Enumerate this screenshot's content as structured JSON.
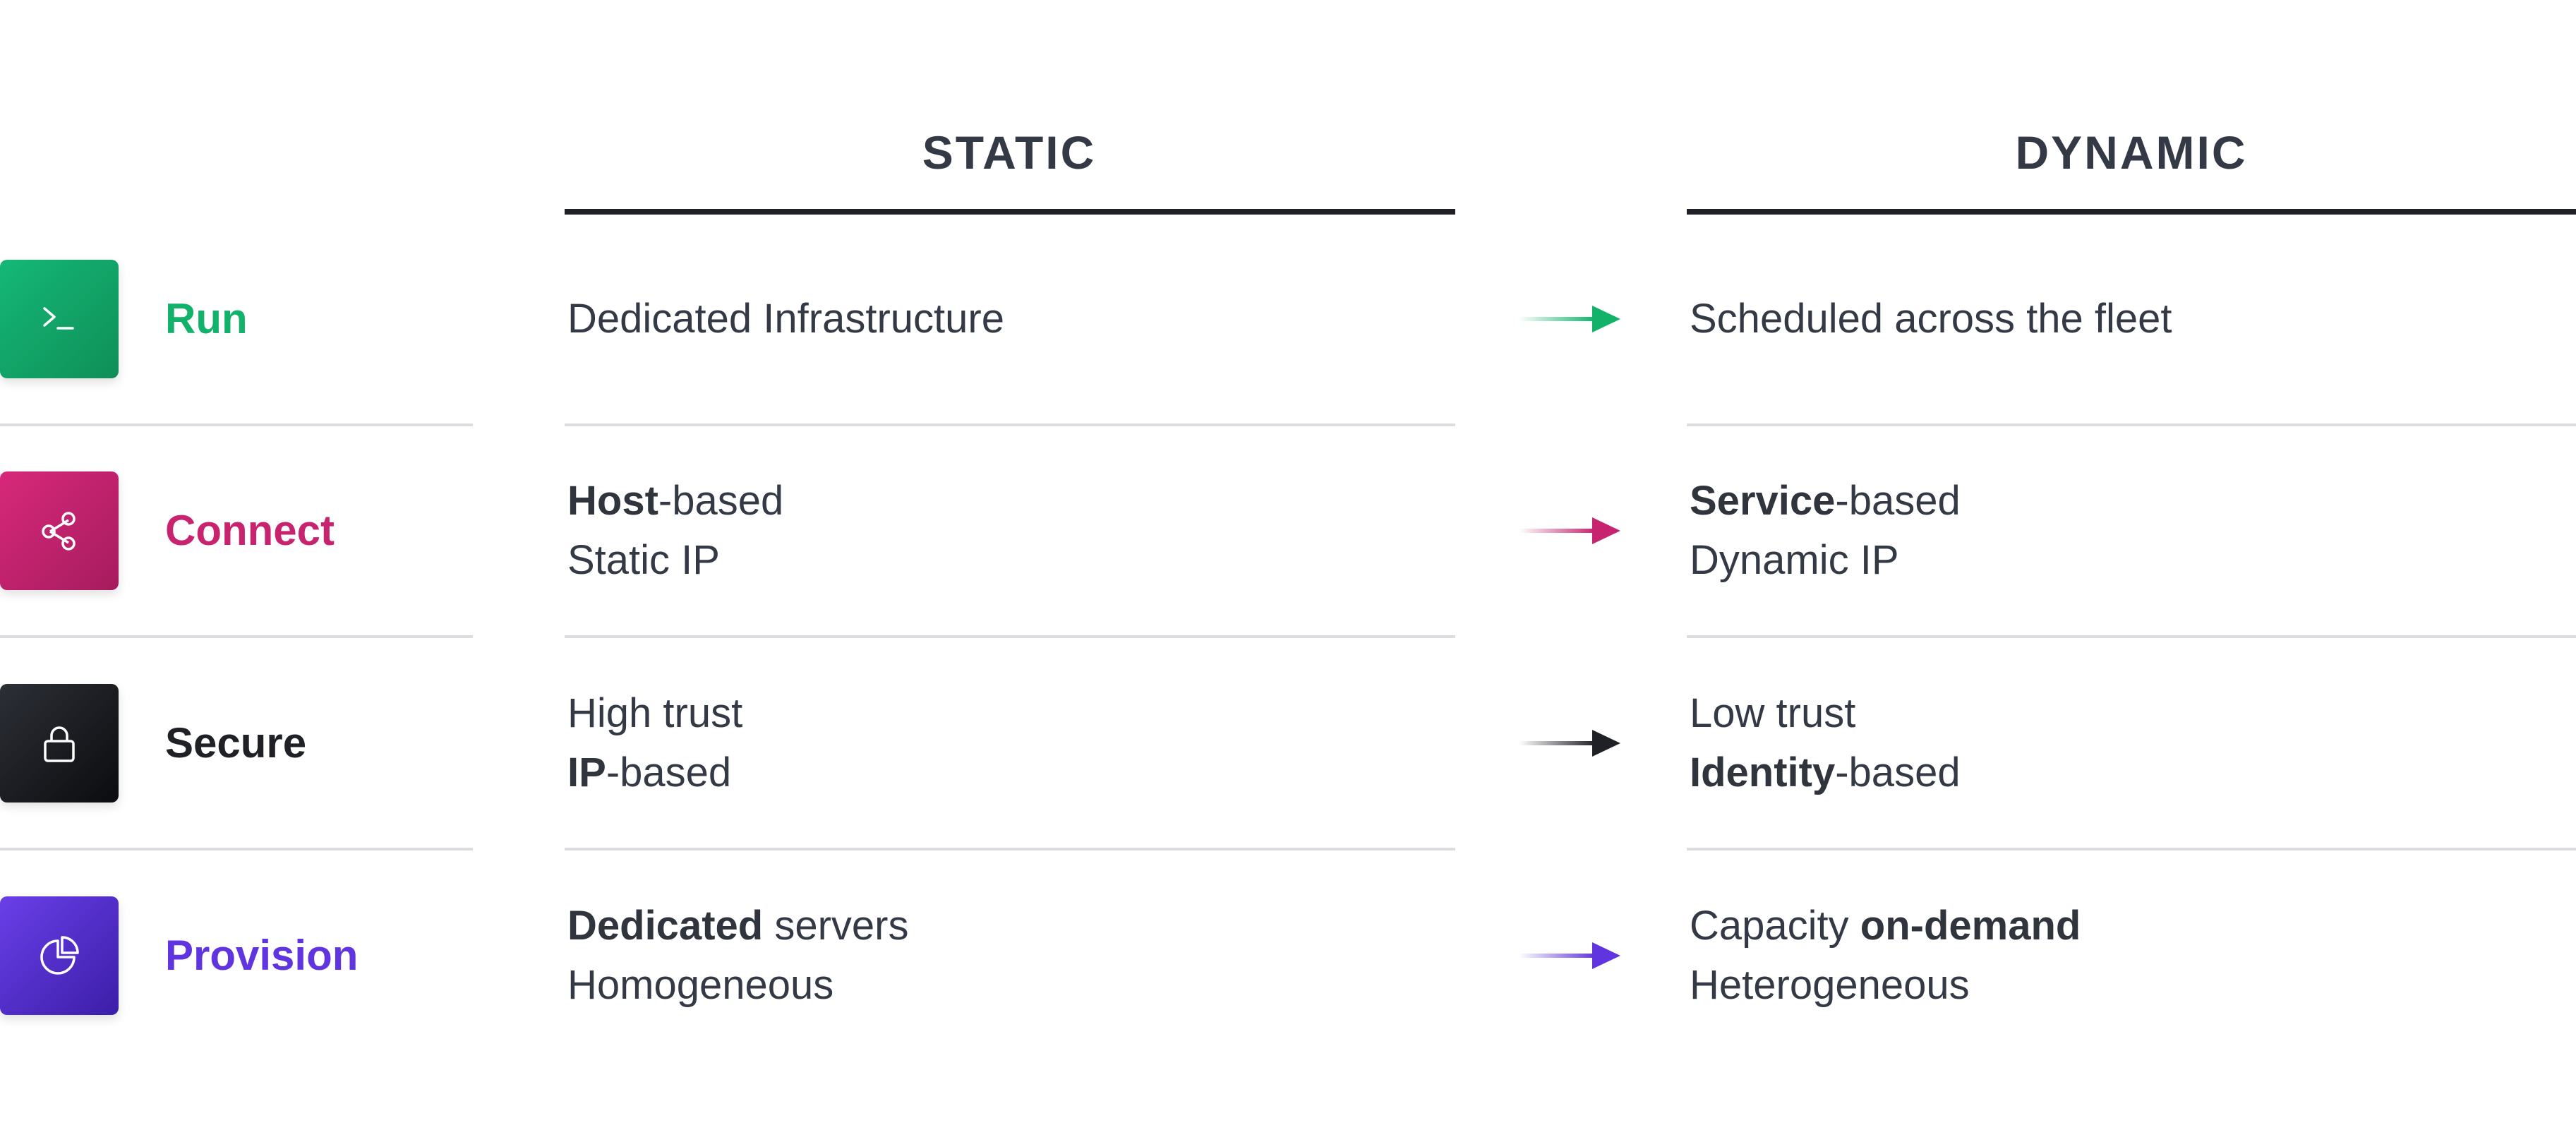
{
  "headers": {
    "static": "STATIC",
    "dynamic": "DYNAMIC"
  },
  "rows": [
    {
      "label": "Run",
      "icon": "terminal-prompt-icon",
      "color": "#12b26b",
      "gradient": [
        "#14b877",
        "#0f8f58"
      ],
      "static": [
        {
          "b": "",
          "t": "Dedicated Infrastructure"
        }
      ],
      "dynamic": [
        {
          "b": "",
          "t": "Scheduled across the fleet"
        }
      ]
    },
    {
      "label": "Connect",
      "icon": "share-nodes-icon",
      "color": "#c8236f",
      "gradient": [
        "#d8287b",
        "#a61c5d"
      ],
      "static": [
        {
          "b": "Host",
          "t": "-based"
        },
        {
          "b": "",
          "t": "Static IP"
        }
      ],
      "dynamic": [
        {
          "b": "Service",
          "t": "-based"
        },
        {
          "b": "",
          "t": "Dynamic IP"
        }
      ]
    },
    {
      "label": "Secure",
      "icon": "lock-icon",
      "color": "#1f2127",
      "gradient": [
        "#2c2f36",
        "#0b0c0f"
      ],
      "static": [
        {
          "b": "",
          "t": "High trust"
        },
        {
          "b": "IP",
          "t": "-based"
        }
      ],
      "dynamic": [
        {
          "b": "",
          "t": "Low trust"
        },
        {
          "b": "Identity",
          "t": "-based"
        }
      ]
    },
    {
      "label": "Provision",
      "icon": "pie-chart-icon",
      "color": "#6035e0",
      "gradient": [
        "#6a3fe8",
        "#3b1ea8"
      ],
      "static": [
        {
          "b": "Dedicated",
          "t": " servers"
        },
        {
          "b": "",
          "t": "Homogeneous"
        }
      ],
      "dynamic": [
        {
          "b": "",
          "t": "Capacity ",
          "b2": "on-demand"
        },
        {
          "b": "",
          "t": "Heterogeneous"
        }
      ]
    }
  ]
}
